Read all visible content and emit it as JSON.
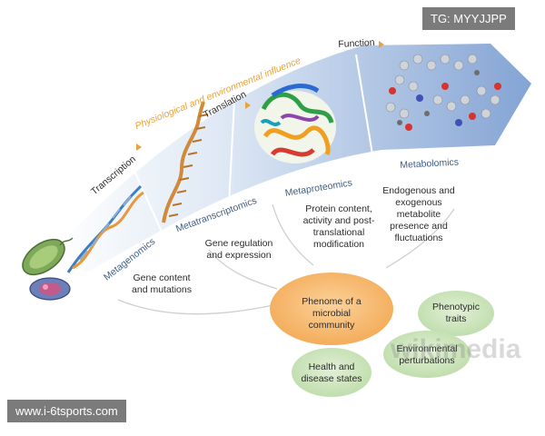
{
  "stages": {
    "transcription": "Transcription",
    "translation": "Translation",
    "function": "Function",
    "influence": "Physiological and environmental influence"
  },
  "omics": {
    "metagenomics": "Metagenomics",
    "metatranscriptomics": "Metatranscriptomics",
    "metaproteomics": "Metaproteomics",
    "metabolomics": "Metabolomics"
  },
  "descriptions": {
    "gene": "Gene content and mutations",
    "regulation": "Gene regulation and expression",
    "protein": "Protein content, activity and post-translational modification",
    "metabolite": "Endogenous and exogenous metabolite presence and fluctuations"
  },
  "ovals": {
    "phenome": "Phenome of a microbial community",
    "phenotypic": "Phenotypic traits",
    "health": "Health and disease states",
    "environmental": "Environmental perturbations"
  },
  "watermarks": {
    "tg": "TG: MYYJJPP",
    "site": "www.i-6tsports.com",
    "logo": "wikimedia"
  },
  "colors": {
    "band_blue": "#8aa9d6",
    "phenome_orange": "#f6b76a",
    "oval_green": "#cfe6bd",
    "accent_orange": "#e8a33c"
  }
}
